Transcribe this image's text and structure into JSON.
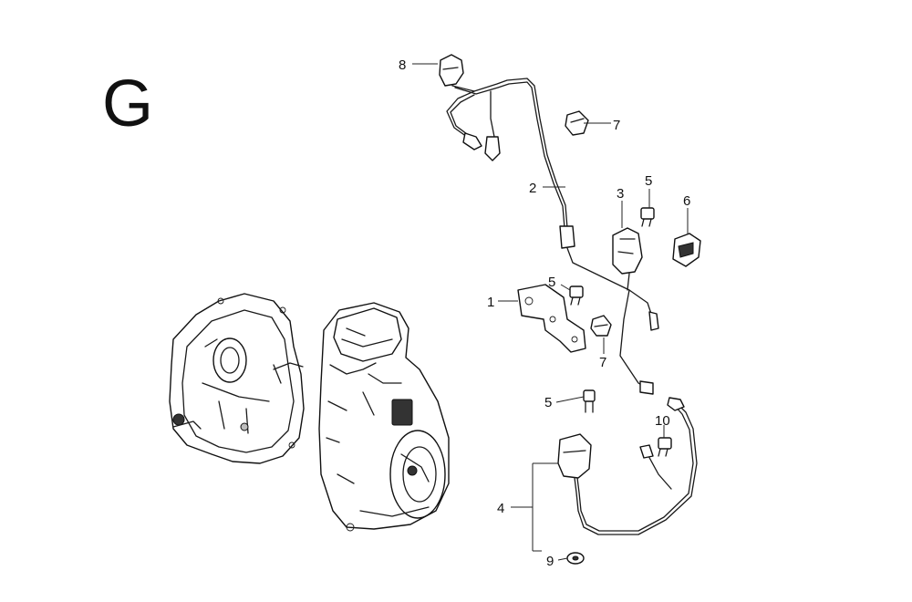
{
  "diagram": {
    "section_letter": "G",
    "callouts": {
      "c1": "1",
      "c2": "2",
      "c3": "3",
      "c4": "4",
      "c5a": "5",
      "c5b": "5",
      "c5c": "5",
      "c6": "6",
      "c7a": "7",
      "c7b": "7",
      "c8": "8",
      "c9": "9",
      "c10": "10"
    }
  }
}
